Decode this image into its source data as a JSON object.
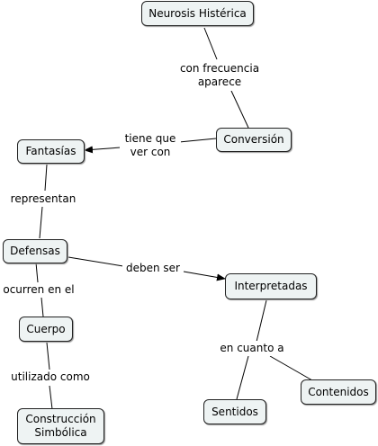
{
  "colors": {
    "node_fill": "#eef3f3",
    "node_border": "#222222",
    "line": "#000000",
    "background": "#ffffff"
  },
  "nodes": {
    "neurosis": "Neurosis Histérica",
    "conversion": "Conversión",
    "fantasias": "Fantasías",
    "defensas": "Defensas",
    "interpretadas": "Interpretadas",
    "cuerpo": "Cuerpo",
    "construccion": "Construcción\nSimbólica",
    "sentidos": "Sentidos",
    "contenidos": "Contenidos"
  },
  "links": {
    "con_frecuencia": "con frecuencia\naparece",
    "tiene_que": "tiene que\nver con",
    "representan": "representan",
    "deben_ser": "deben ser",
    "ocurren": "ocurren en el",
    "utilizado": "utilizado como",
    "en_cuanto": "en cuanto a"
  }
}
